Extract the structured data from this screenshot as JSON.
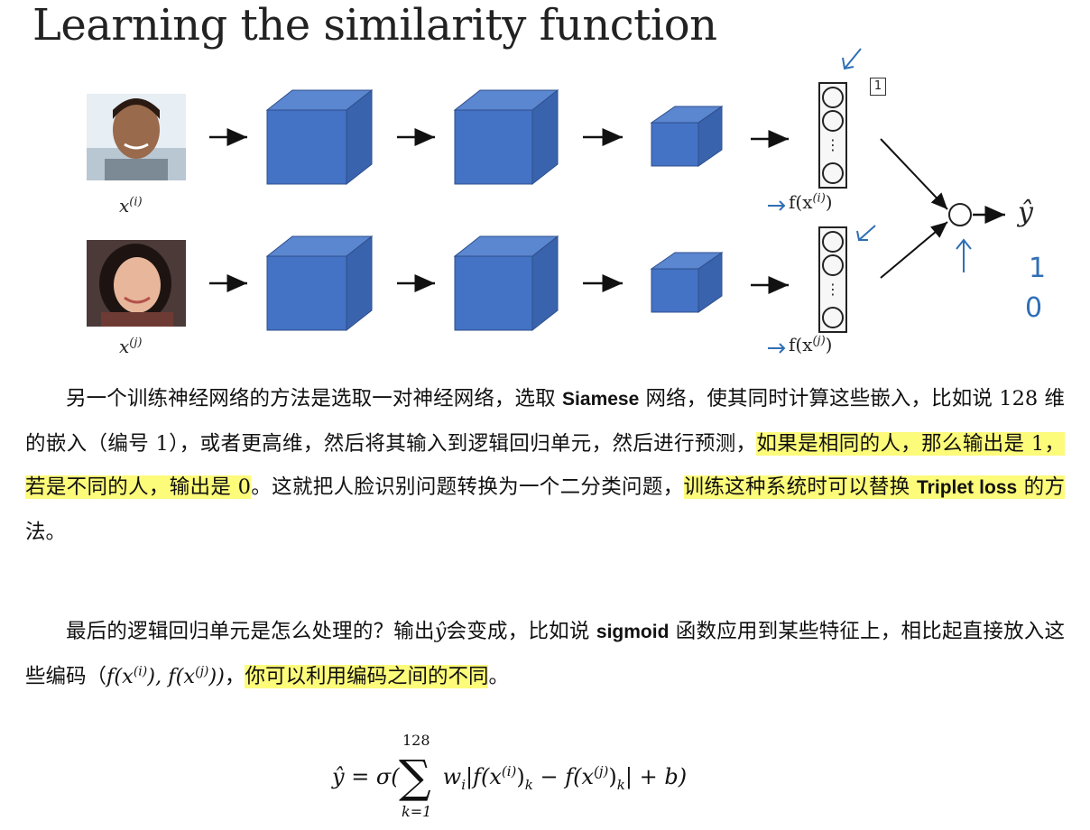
{
  "slide": {
    "title": "Learning the similarity function",
    "x_i_label": "x",
    "x_i_sup": "(i)",
    "x_j_label": "x",
    "x_j_sup": "(j)",
    "f_i_label": "f(x",
    "f_i_sup": "(i)",
    "f_j_label": "f(x",
    "f_j_sup": "(j)",
    "close_paren": ")",
    "boxed_number": "1",
    "yhat": "ŷ",
    "hand_one": "1",
    "hand_zero": "0",
    "cube_color": "#4472c4",
    "handwriting_color": "#2f6fb5"
  },
  "paragraph1": {
    "t1": "另一个训练神经网络的方法是选取一对神经网络，选取 ",
    "b1": "Siamese",
    "t2": " 网络，使其同时计算这些嵌入，比如说 128 维的嵌入（编号 1），或者更高维，然后将其输入到逻辑回归单元，然后进行预测，",
    "h1": "如果是相同的人，那么输出是 1，若是不同的人，输出是 0",
    "t3": "。这就把人脸识别问题转换为一个二分类问题，",
    "h2a": "训练这种系统时可以替换 ",
    "h2b": "Triplet loss",
    "h2c": " 的方",
    "t4": "法。"
  },
  "paragraph2": {
    "t1": "最后的逻辑回归单元是怎么处理的？输出",
    "yhat": "ŷ",
    "t2": "会变成，比如说 ",
    "b1": "sigmoid",
    "t3": " 函数应用到某些特征上，相比起直接放入这些编码（",
    "m1": "f(x",
    "m1sup": "(i)",
    "m2": "), f(x",
    "m2sup": "(j)",
    "m3": "))",
    "t4": "，",
    "h1": "你可以利用编码之间的不同",
    "t5": "。"
  },
  "formula": {
    "lhs": "ŷ = σ(",
    "sum_upper": "128",
    "sum_lower": "k=1",
    "w": "w",
    "w_sub": "i",
    "body1": "|f(x",
    "sup_i": "(i)",
    "body2": ")",
    "sub_k1": "k",
    "minus": " − f(x",
    "sup_j": "(j)",
    "body3": ")",
    "sub_k2": "k",
    "tail": "| + b)"
  }
}
